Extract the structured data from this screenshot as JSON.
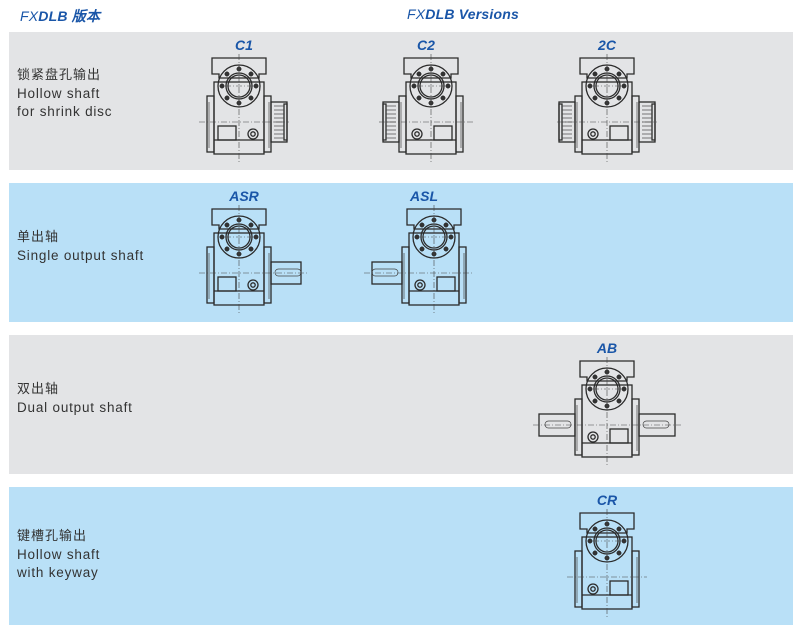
{
  "header": {
    "left_prefix": "FX",
    "left_bold": "DLB",
    "left_suffix": " 版本",
    "center_prefix": "FX",
    "center_bold": "DLB",
    "center_suffix": " Versions"
  },
  "colors": {
    "accent_blue": "#1a56a8",
    "panel_gray": "#e3e4e6",
    "panel_blue": "#b9e0f7",
    "text": "#333333"
  },
  "panels": [
    {
      "style": "gray",
      "label_cn": "锁紧盘孔输出",
      "label_en_1": "Hollow shaft",
      "label_en_2": "for shrink disc",
      "variants": [
        {
          "name": "C1",
          "icon": "gear-unit-shrink-disc-right"
        },
        {
          "name": "C2",
          "icon": "gear-unit-shrink-disc-left"
        },
        {
          "name": "2C",
          "icon": "gear-unit-shrink-disc-both"
        }
      ]
    },
    {
      "style": "blue",
      "label_cn": "单出轴",
      "label_en_1": "Single output shaft",
      "label_en_2": "",
      "variants": [
        {
          "name": "ASR",
          "icon": "gear-unit-shaft-right"
        },
        {
          "name": "ASL",
          "icon": "gear-unit-shaft-left"
        }
      ]
    },
    {
      "style": "gray",
      "label_cn": "双出轴",
      "label_en_1": "Dual output shaft",
      "label_en_2": "",
      "variants": [
        {
          "name": "AB",
          "icon": "gear-unit-shaft-both"
        }
      ]
    },
    {
      "style": "blue",
      "label_cn": "键槽孔输出",
      "label_en_1": "Hollow shaft",
      "label_en_2": "with keyway",
      "variants": [
        {
          "name": "CR",
          "icon": "gear-unit-keyway"
        }
      ]
    }
  ]
}
